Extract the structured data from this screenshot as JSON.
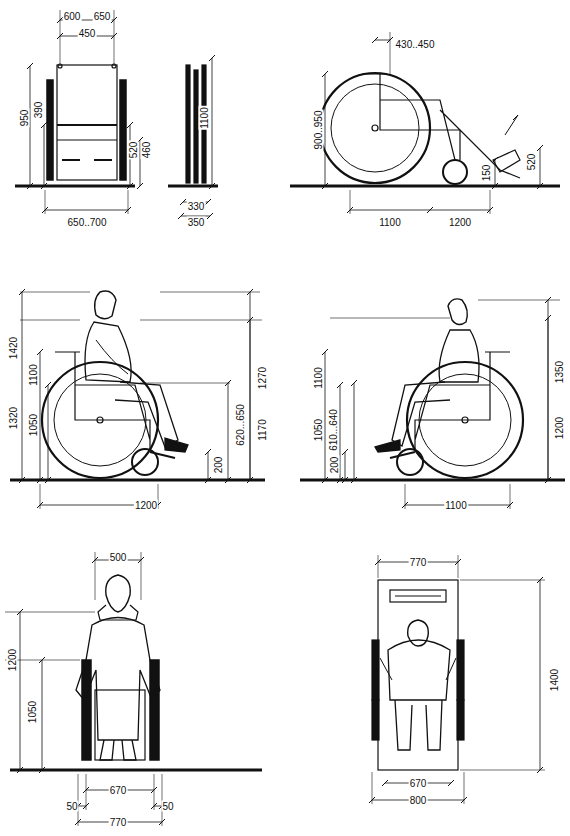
{
  "diagram": {
    "labels": [
      "600",
      "650",
      "450",
      "950",
      "390",
      "520",
      "460",
      "1100",
      "650..700",
      "330",
      "350",
      "430..450",
      "900..950",
      "520",
      "150",
      "1100",
      "1200",
      "1420",
      "1320",
      "1100",
      "1050",
      "1270",
      "1170",
      "620...650",
      "200",
      "1200",
      "1100",
      "1050",
      "610...640",
      "200",
      "1350",
      "1200",
      "1100",
      "500",
      "1200",
      "1050",
      "670",
      "50",
      "50",
      "770",
      "770",
      "1400",
      "670",
      "800"
    ]
  }
}
